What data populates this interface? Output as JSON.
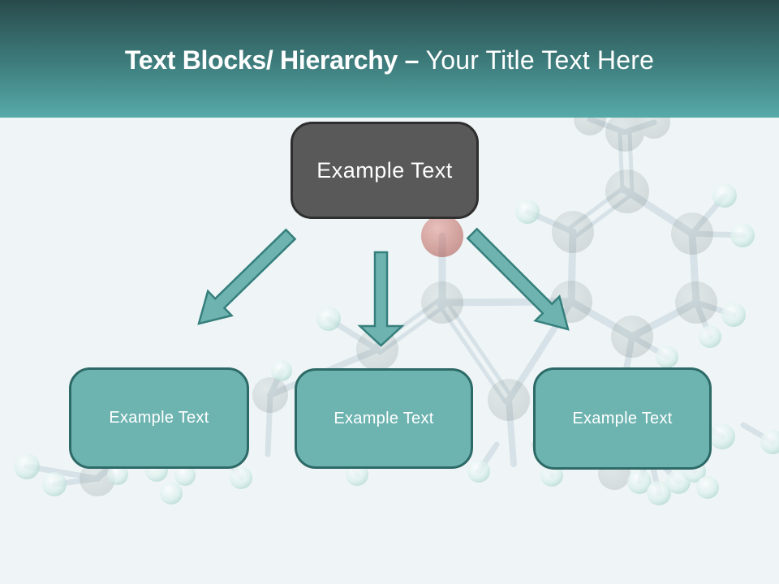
{
  "slide": {
    "title": {
      "bold": "Text Blocks/ Hierarchy –",
      "regular": "Your Title Text Here"
    },
    "root_box": {
      "label": "Example Text"
    },
    "child_boxes": [
      {
        "label": "Example Text"
      },
      {
        "label": "Example Text"
      },
      {
        "label": "Example Text"
      }
    ],
    "icons": {
      "arrow_left": "arrow-down-left-icon",
      "arrow_middle": "arrow-down-icon",
      "arrow_right": "arrow-down-right-icon",
      "background": "molecule-background-image"
    },
    "colors": {
      "header_top": "#294a4b",
      "header_bottom": "#57aaa9",
      "canvas_bg": "#eff5f6",
      "root_fill": "#595959",
      "root_border": "#2e2e2e",
      "child_fill": "#6db4b1",
      "child_border": "#2d6a67",
      "arrow_fill": "#6fb3b0",
      "arrow_stroke": "#357f7d",
      "text": "#ffffff"
    }
  }
}
